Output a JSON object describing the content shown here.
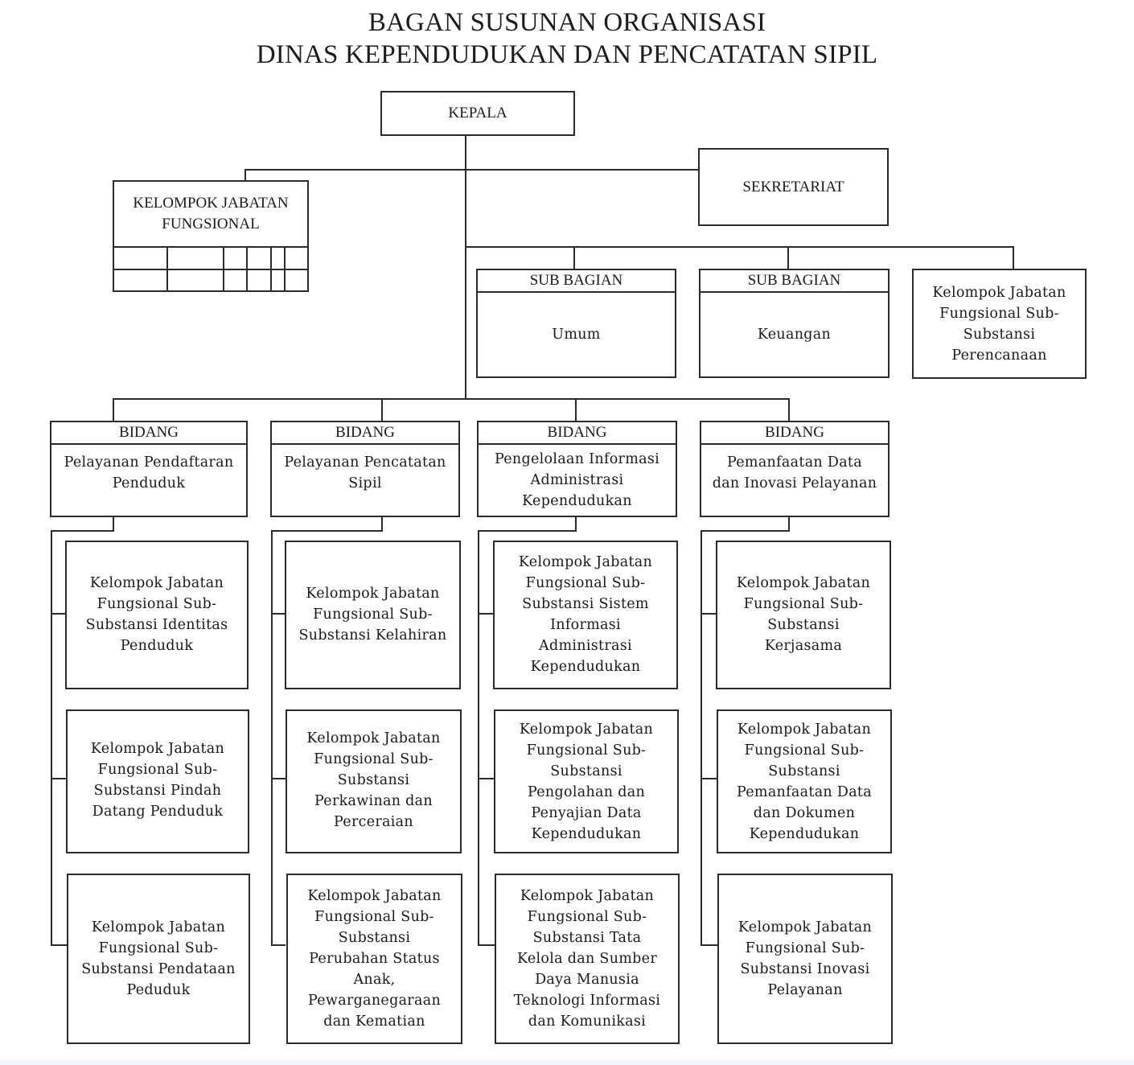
{
  "title": {
    "line1": "BAGAN SUSUNAN ORGANISASI",
    "line2": "DINAS KEPENDUDUKAN DAN PENCATATAN SIPIL"
  },
  "kepala": {
    "label": "KEPALA"
  },
  "kelompok_jabatan_fungsional": {
    "label": "KELOMPOK JABATAN\nFUNGSIONAL"
  },
  "sekretariat": {
    "label": "SEKRETARIAT",
    "units": [
      {
        "header": "SUB BAGIAN",
        "name": "Umum"
      },
      {
        "header": "SUB BAGIAN",
        "name": "Keuangan"
      },
      {
        "header": "",
        "name": "Kelompok Jabatan\nFungsional Sub-\nSubstansi\nPerencanaan"
      }
    ]
  },
  "bidang": [
    {
      "header": "BIDANG",
      "name": "Pelayanan Pendaftaran\nPenduduk",
      "sub_units": [
        "Kelompok Jabatan\nFungsional Sub-\nSubstansi Identitas\nPenduduk",
        "Kelompok Jabatan\nFungsional Sub-\nSubstansi Pindah\nDatang Penduduk",
        "Kelompok Jabatan\nFungsional Sub-\nSubstansi Pendataan\nPeduduk"
      ]
    },
    {
      "header": "BIDANG",
      "name": "Pelayanan Pencatatan\nSipil",
      "sub_units": [
        "Kelompok Jabatan\nFungsional Sub-\nSubstansi Kelahiran",
        "Kelompok Jabatan\nFungsional Sub-\nSubstansi\nPerkawinan dan\nPerceraian",
        "Kelompok Jabatan\nFungsional Sub-\nSubstansi\nPerubahan Status\nAnak,\nPewarganegaraan\ndan Kematian"
      ]
    },
    {
      "header": "BIDANG",
      "name": "Pengelolaan Informasi\nAdministrasi\nKependudukan",
      "sub_units": [
        "Kelompok Jabatan\nFungsional Sub-\nSubstansi  Sistem\nInformasi\nAdministrasi\nKependudukan",
        "Kelompok Jabatan\nFungsional Sub-\nSubstansi\nPengolahan dan\nPenyajian Data\nKependudukan",
        "Kelompok Jabatan\nFungsional Sub-\nSubstansi  Tata\nKelola dan Sumber\nDaya Manusia\nTeknologi Informasi\ndan Komunikasi"
      ]
    },
    {
      "header": "BIDANG",
      "name": "Pemanfaatan  Data\ndan Inovasi Pelayanan",
      "sub_units": [
        "Kelompok Jabatan\nFungsional Sub-\nSubstansi\nKerjasama",
        "Kelompok Jabatan\nFungsional Sub-\nSubstansi\nPemanfaatan Data\ndan Dokumen\nKependudukan",
        "Kelompok Jabatan\nFungsional Sub-\nSubstansi Inovasi\nPelayanan"
      ]
    }
  ]
}
